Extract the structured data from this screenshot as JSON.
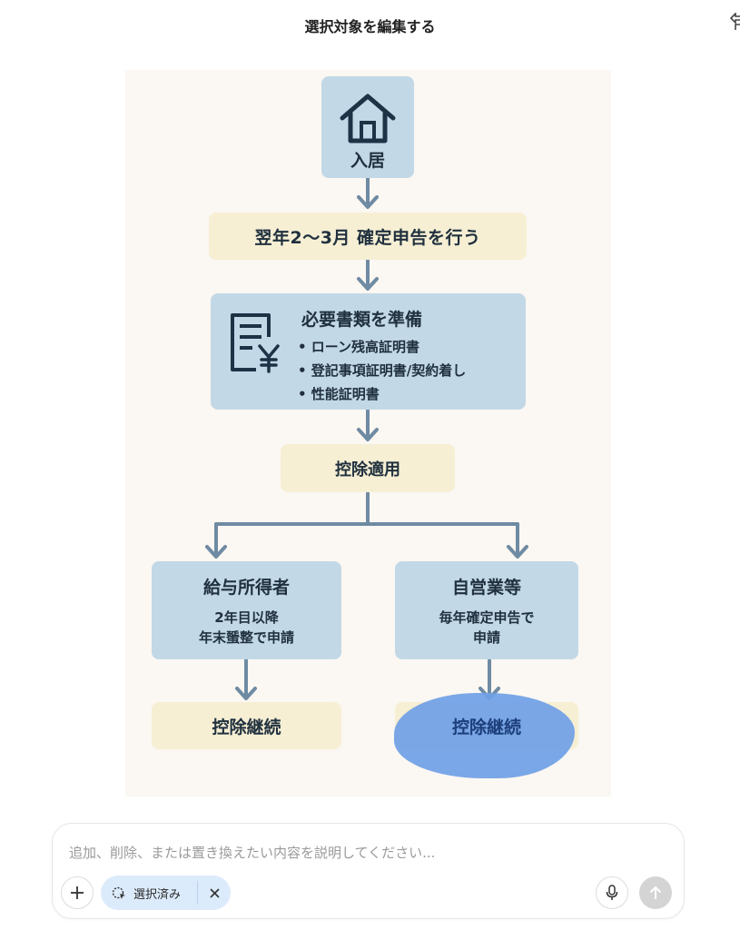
{
  "header": {
    "title": "選択対象を編集する"
  },
  "flowchart": {
    "move_in": {
      "label": "入居",
      "icon": "house-icon"
    },
    "filing": {
      "label": "翌年2～3月 確定申告を行う"
    },
    "documents": {
      "icon": "receipt-yen-icon",
      "title": "必要書類を準備",
      "items": [
        "• ローン残高証明書",
        "• 登記事項証明書/契約着し",
        "• 性能証明書"
      ]
    },
    "deduction": {
      "label": "控除適用"
    },
    "salaried": {
      "title": "給与所得者",
      "line1": "2年目以降",
      "line2": "年末蜑整で申請"
    },
    "self_employed": {
      "title": "自営業等",
      "line1": "毎年確定申告で",
      "line2": "申請"
    },
    "continue_left": {
      "label": "控除継続"
    },
    "continue_right": {
      "label": "控除継続"
    },
    "colors": {
      "node_blue": "#c2d8e6",
      "node_cream": "#f6efd4",
      "arrow": "#6f8ba3",
      "selection_highlight": "#6f9fe6"
    }
  },
  "composer": {
    "placeholder": "追加、削除、または置き換えたい内容を説明してください...",
    "chip_label": "選択済み",
    "icons": {
      "add": "plus-icon",
      "selection": "selection-icon",
      "remove": "close-icon",
      "voice": "microphone-icon",
      "send": "arrow-up-icon"
    }
  }
}
